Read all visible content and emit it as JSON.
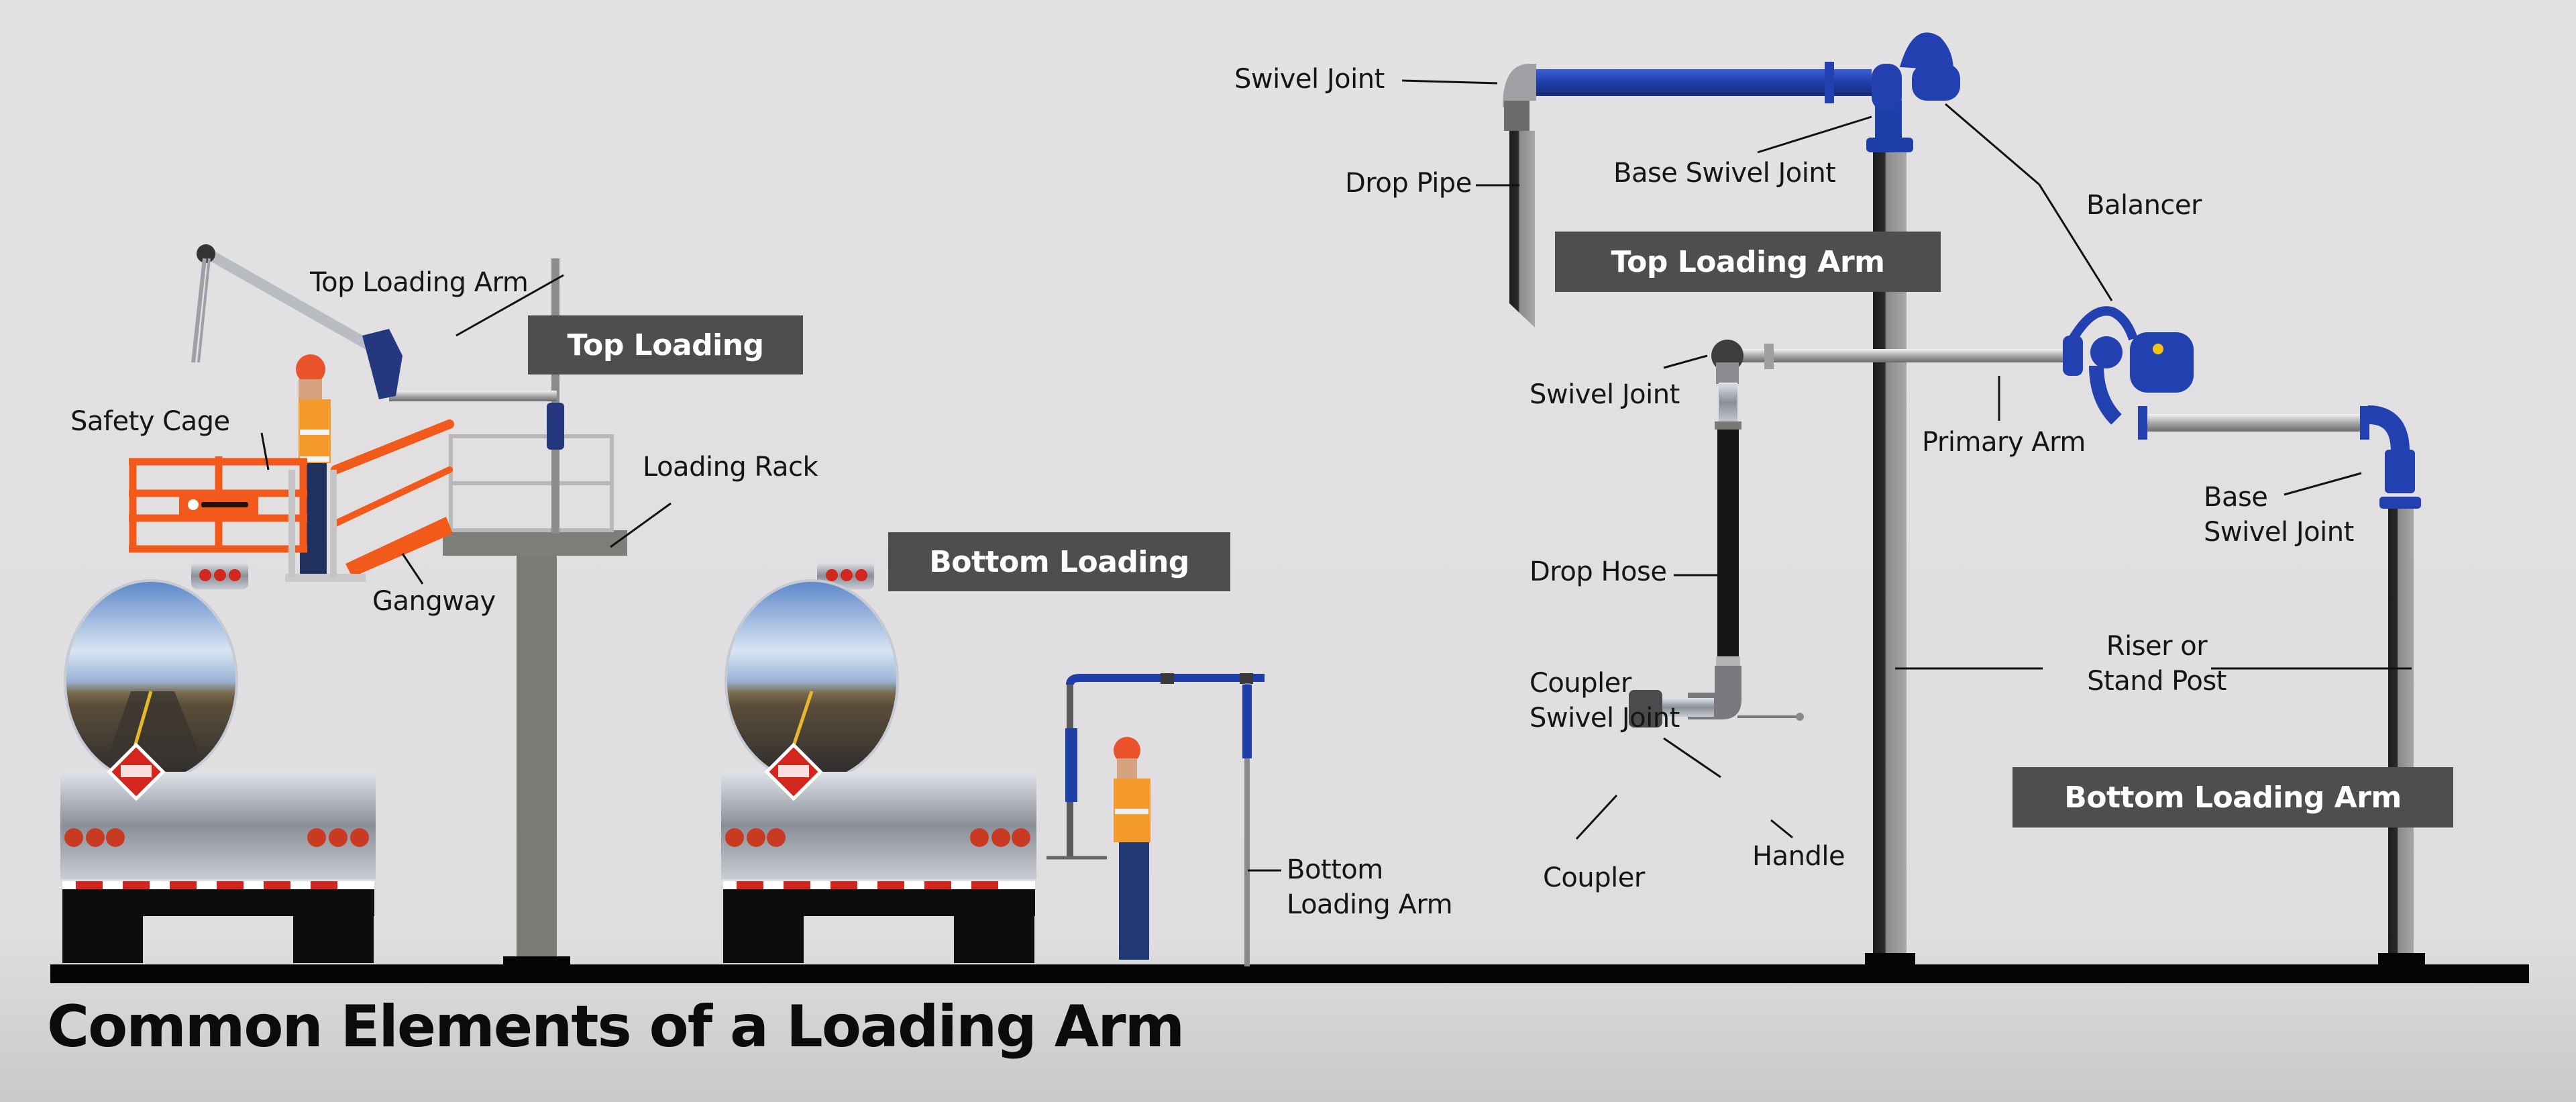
{
  "title": "Common Elements of a Loading Arm",
  "banners": {
    "top_loading": "Top Loading",
    "bottom_loading": "Bottom Loading",
    "top_loading_arm": "Top Loading Arm",
    "bottom_loading_arm": "Bottom Loading Arm"
  },
  "labels": {
    "top_loading_arm": "Top Loading Arm",
    "safety_cage": "Safety Cage",
    "loading_rack": "Loading Rack",
    "gangway": "Gangway",
    "bottom_loading_arm_line1": "Bottom",
    "bottom_loading_arm_line2": "Loading Arm",
    "swivel_joint_top": "Swivel Joint",
    "drop_pipe": "Drop Pipe",
    "base_swivel_joint_top": "Base Swivel Joint",
    "balancer": "Balancer",
    "swivel_joint_bottom": "Swivel Joint",
    "primary_arm": "Primary Arm",
    "base_swivel_joint_bottom_line1": "Base",
    "base_swivel_joint_bottom_line2": "Swivel Joint",
    "drop_hose": "Drop Hose",
    "riser_line1": "Riser or",
    "riser_line2": "Stand Post",
    "coupler_swivel_joint_line1": "Coupler",
    "coupler_swivel_joint_line2": "Swivel Joint",
    "coupler": "Coupler",
    "handle": "Handle"
  },
  "colors": {
    "arm_blue": "#1f3fa8",
    "safety_orange": "#f25a1c",
    "banner_gray": "#4e4e50",
    "ground_black": "#050507",
    "post_gray": "#7b7b7b"
  }
}
